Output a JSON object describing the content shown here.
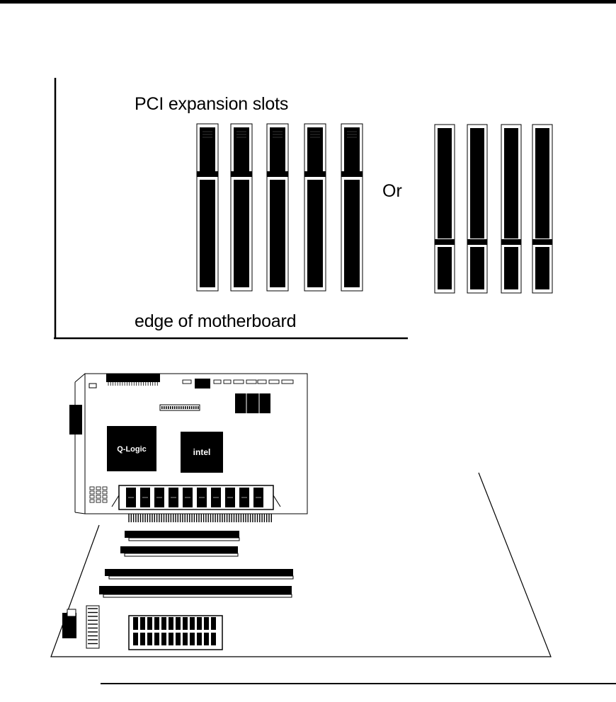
{
  "labels": {
    "pci_slots": "PCI expansion slots",
    "or": "Or",
    "edge": "edge of motherboard"
  },
  "chips": {
    "qlogic": "Q-Logic",
    "intel": "intel"
  },
  "colors": {
    "ink": "#000000",
    "paper": "#ffffff"
  }
}
